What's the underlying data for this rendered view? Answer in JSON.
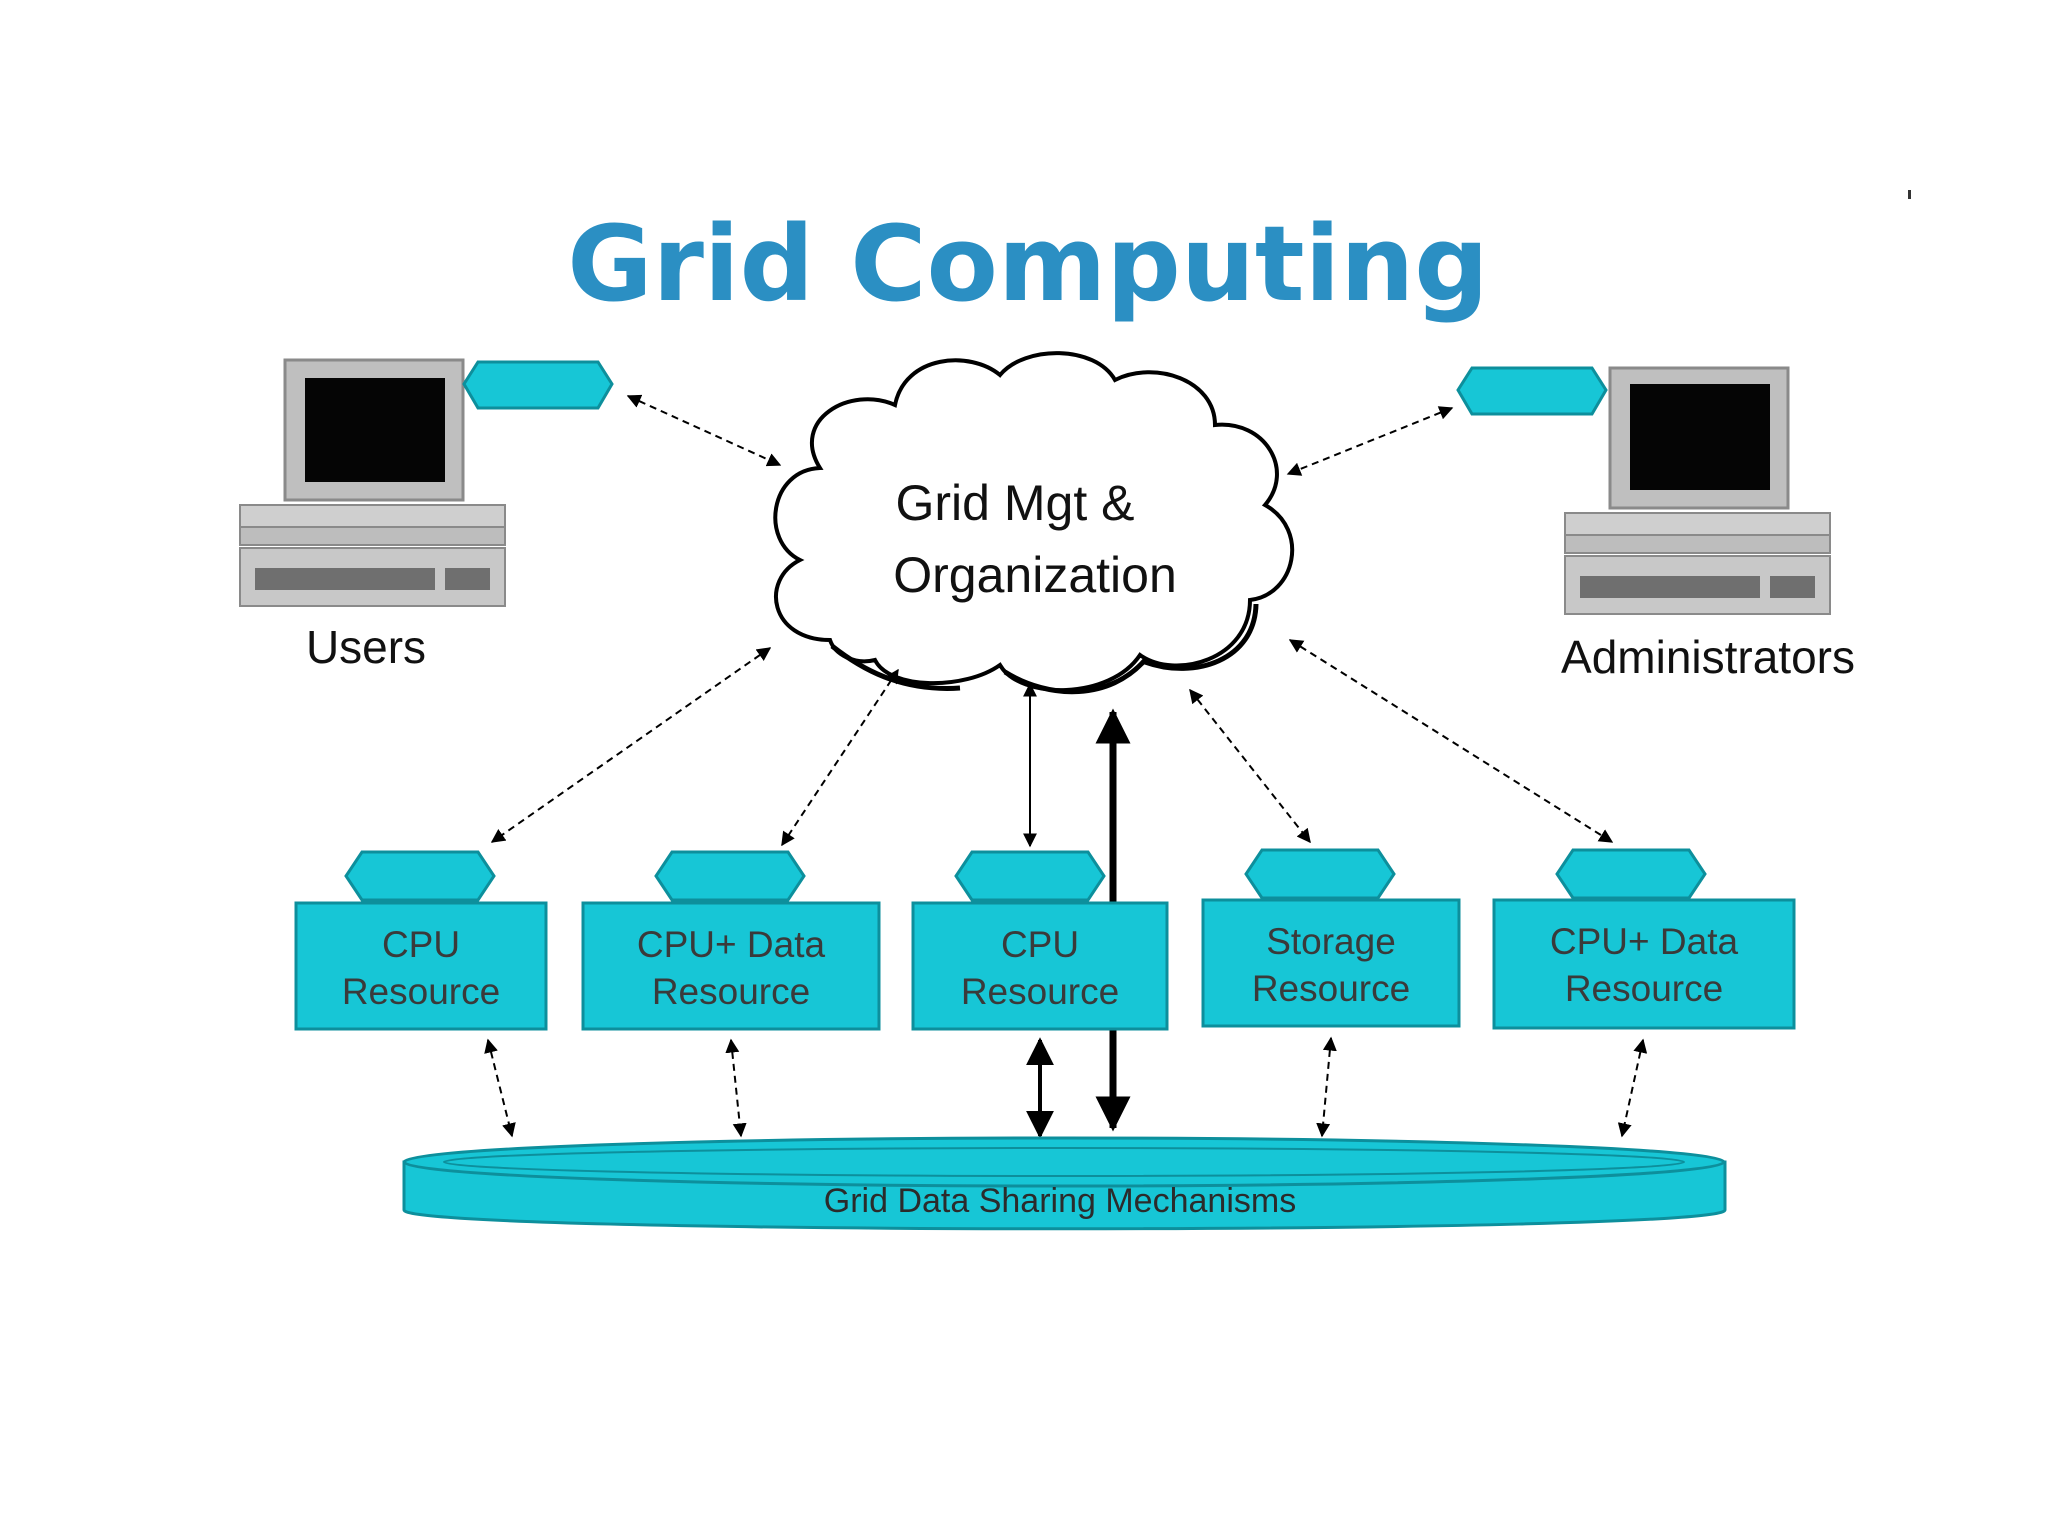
{
  "diagram": {
    "title": "Grid Computing",
    "users_label": "Users",
    "admins_label": "Administrators",
    "cloud": {
      "line1": "Grid Mgt &",
      "line2": "Organization"
    },
    "resources": [
      {
        "line1": "CPU",
        "line2": "Resource"
      },
      {
        "line1": "CPU+ Data",
        "line2": "Resource"
      },
      {
        "line1": "CPU",
        "line2": "Resource"
      },
      {
        "line1": "Storage",
        "line2": "Resource"
      },
      {
        "line1": "CPU+ Data",
        "line2": "Resource"
      }
    ],
    "bus_label": "Grid Data Sharing Mechanisms"
  },
  "colors": {
    "title": "#2b8fc3",
    "cyan": "#17c6d6",
    "cyan_dark": "#0d8f9c",
    "gray": "#bfbfbf",
    "screen": "#050505"
  }
}
